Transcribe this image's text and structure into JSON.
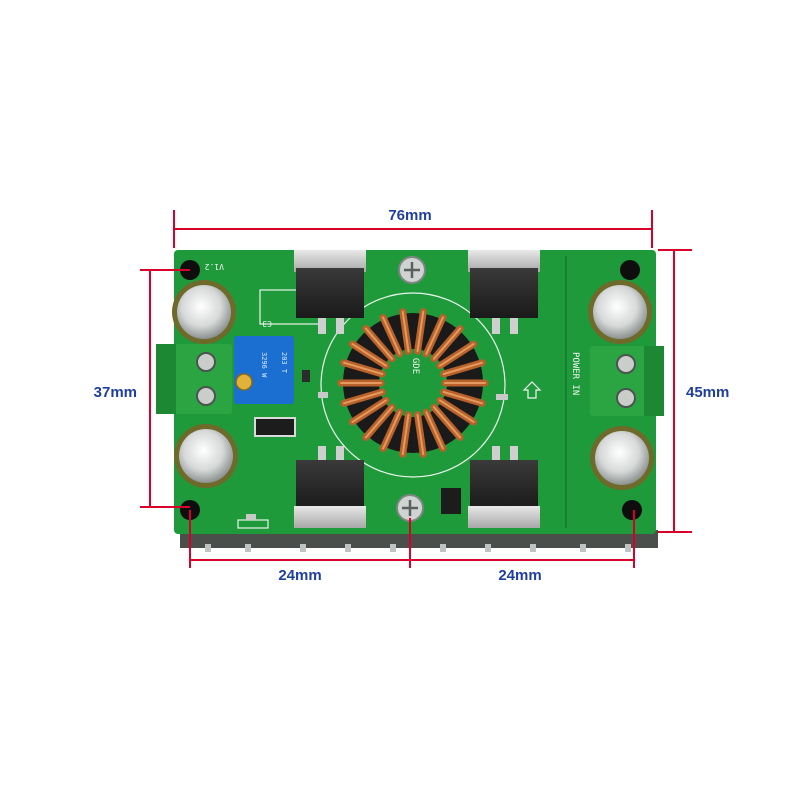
{
  "dimensions": {
    "width_label": "76mm",
    "height_label": "45mm",
    "hole_spacing_vertical_label": "37mm",
    "hole_spacing_left_label": "24mm",
    "hole_spacing_right_label": "24mm"
  },
  "board": {
    "version_mark": "V1.2",
    "input_label": "POWER IN",
    "inductor_mark": "GDE",
    "trimmer_mark": "C3"
  },
  "colors": {
    "dimension_line": "#d8002a",
    "dimension_text": "#1f3f9e",
    "pcb": "#1f9a3a",
    "terminal_block": "#2aa542",
    "copper_winding": "#b8612a",
    "trimmer_potentiometer": "#1a6fd1"
  }
}
